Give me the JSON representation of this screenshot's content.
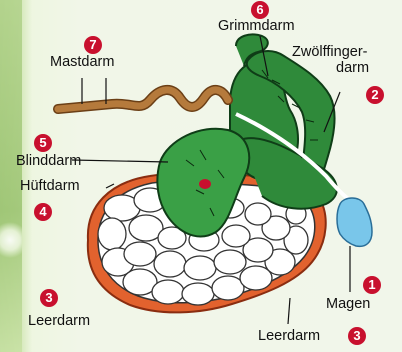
{
  "labels": {
    "grimmdarm": "Grimmdarm",
    "zwoelf_1": "Zwölffinger-",
    "zwoelf_2": "darm",
    "mastdarm": "Mastdarm",
    "blinddarm": "Blinddarm",
    "hueftdarm": "Hüftdarm",
    "leerdarm_left": "Leerdarm",
    "leerdarm_right": "Leerdarm",
    "magen": "Magen"
  },
  "markers": {
    "grimmdarm": "6",
    "zwoelf": "2",
    "mastdarm": "7",
    "blinddarm": "5",
    "hueftdarm": "4",
    "leerdarm_left": "3",
    "leerdarm_right": "3",
    "magen": "1"
  },
  "colors": {
    "green": "#2f8a3a",
    "intestine_orange": "#e2622e",
    "rectum": "#b57a3c",
    "stomach": "#79c6ea",
    "marker": "#c8102e"
  }
}
